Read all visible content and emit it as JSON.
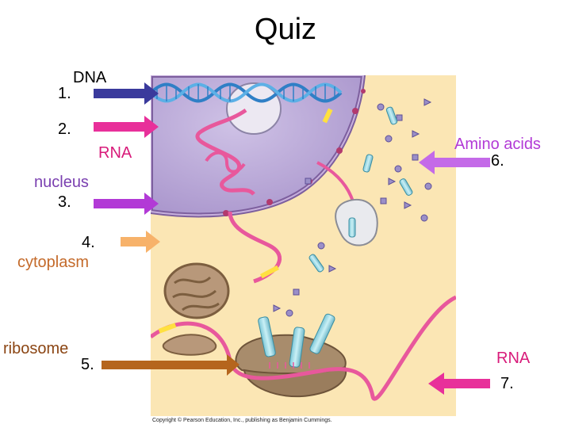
{
  "title": "Quiz",
  "colors": {
    "dna_arrow": "#3a3a9c",
    "rna_arrow": "#e8309a",
    "nucleus_arrow": "#b23ad6",
    "cytoplasm_arrow": "#f7b26a",
    "ribosome_arrow": "#b5651d",
    "amino_acids_arrow": "#c46ae8",
    "rna7_arrow": "#e8309a",
    "rna_label": "#d81b7a",
    "nucleus_label": "#7a3fb0",
    "cytoplasm_label": "#c46a2a",
    "ribosome_label": "#8b4513",
    "amino_acids_label": "#b23ad6"
  },
  "labels": [
    {
      "id": "1",
      "number": "1.",
      "term": "DNA"
    },
    {
      "id": "2",
      "number": "2.",
      "term": "RNA"
    },
    {
      "id": "3",
      "number": "3.",
      "term": "nucleus"
    },
    {
      "id": "4",
      "number": "4.",
      "term": "cytoplasm"
    },
    {
      "id": "5",
      "number": "5.",
      "term": "ribosome"
    },
    {
      "id": "6",
      "number": "6.",
      "term": "Amino acids"
    },
    {
      "id": "7",
      "number": "7.",
      "term": "RNA"
    }
  ],
  "figure": {
    "copyright": "Copyright © Pearson Education, Inc., publishing as Benjamin Cummings."
  }
}
